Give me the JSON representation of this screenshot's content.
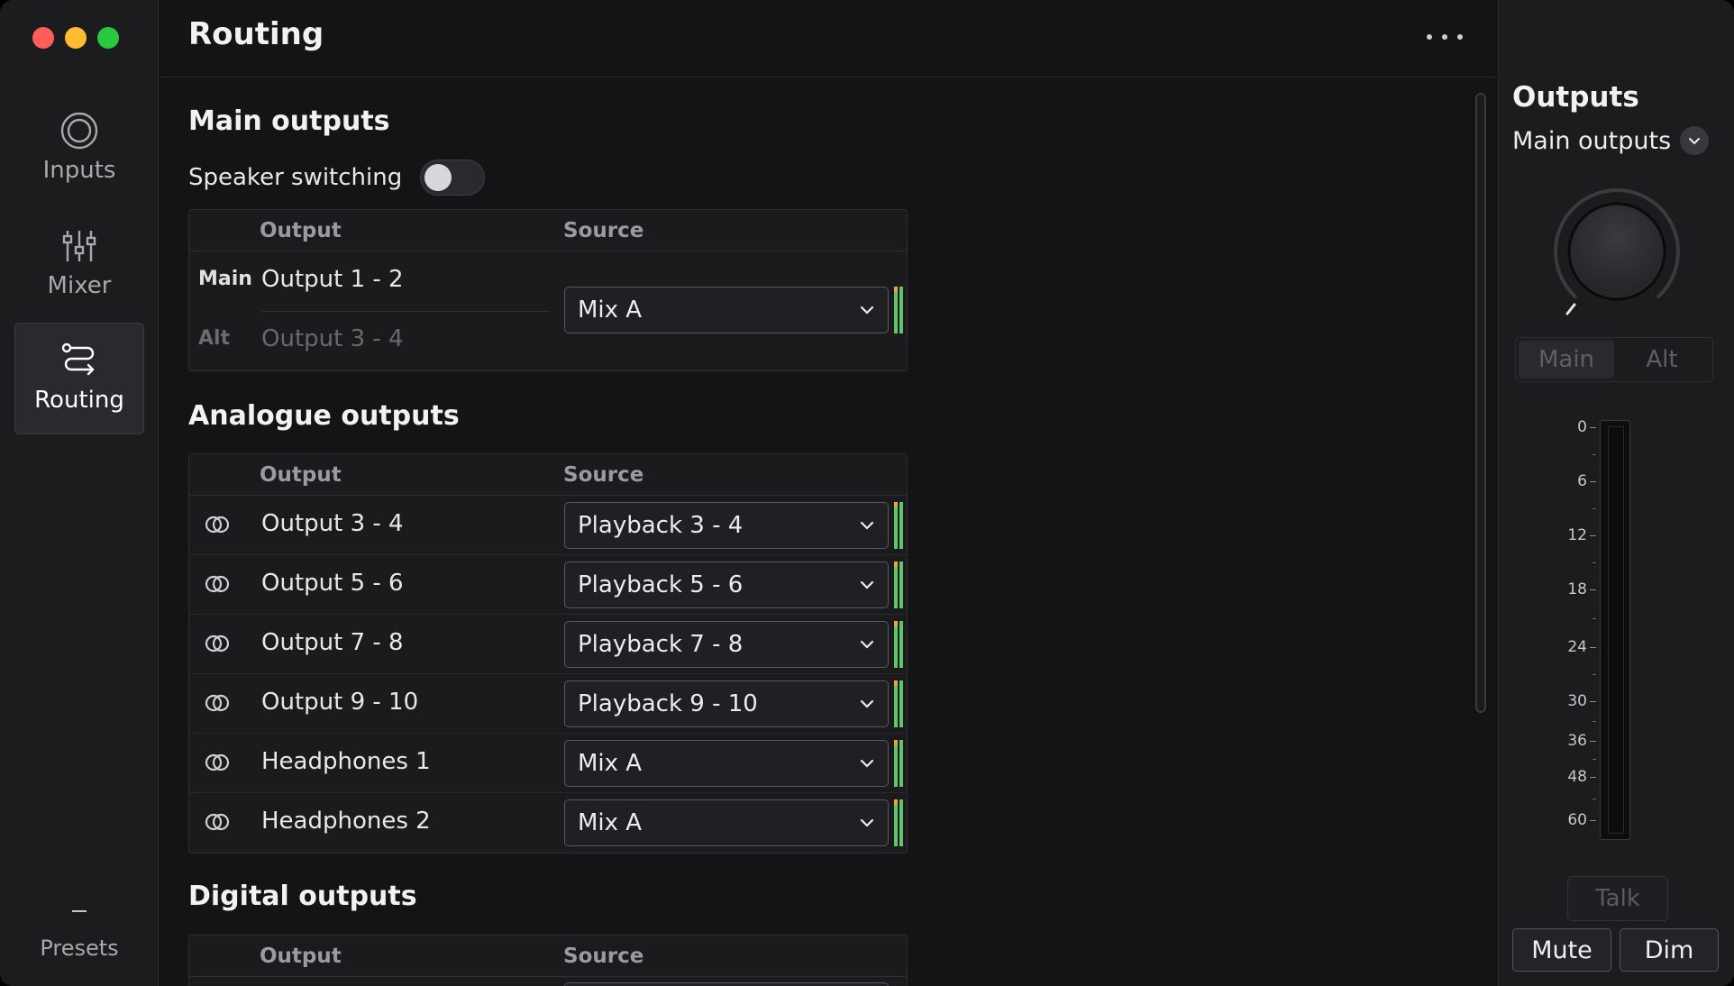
{
  "sidebar": {
    "items": [
      {
        "label": "Inputs"
      },
      {
        "label": "Mixer"
      },
      {
        "label": "Routing"
      }
    ],
    "presets_label": "Presets"
  },
  "header": {
    "title": "Routing"
  },
  "main_outputs": {
    "title": "Main outputs",
    "speaker_switching_label": "Speaker switching",
    "speaker_switching_on": false,
    "col_output": "Output",
    "col_source": "Source",
    "rows": [
      {
        "tag": "Main",
        "name": "Output 1 - 2"
      },
      {
        "tag": "Alt",
        "name": "Output 3 - 4"
      }
    ],
    "source": "Mix A"
  },
  "analogue_outputs": {
    "title": "Analogue outputs",
    "col_output": "Output",
    "col_source": "Source",
    "rows": [
      {
        "name": "Output 3 - 4",
        "source": "Playback 3 - 4"
      },
      {
        "name": "Output 5 - 6",
        "source": "Playback 5 - 6"
      },
      {
        "name": "Output 7 - 8",
        "source": "Playback 7 - 8"
      },
      {
        "name": "Output 9 - 10",
        "source": "Playback 9 - 10"
      },
      {
        "name": "Headphones 1",
        "source": "Mix A"
      },
      {
        "name": "Headphones 2",
        "source": "Mix A"
      }
    ]
  },
  "digital_outputs": {
    "title": "Digital outputs",
    "col_output": "Output",
    "col_source": "Source"
  },
  "right_panel": {
    "title": "Outputs",
    "selector": "Main outputs",
    "seg_main": "Main",
    "seg_alt": "Alt",
    "scale": [
      "0",
      "6",
      "12",
      "18",
      "24",
      "30",
      "36",
      "48",
      "60"
    ],
    "talk": "Talk",
    "mute": "Mute",
    "dim": "Dim"
  },
  "colors": {
    "accent_meter_green": "#5fc56a",
    "accent_meter_orange": "#f0a040",
    "close": "#ff5f57",
    "minimize": "#febc2e",
    "zoom": "#28c840"
  }
}
